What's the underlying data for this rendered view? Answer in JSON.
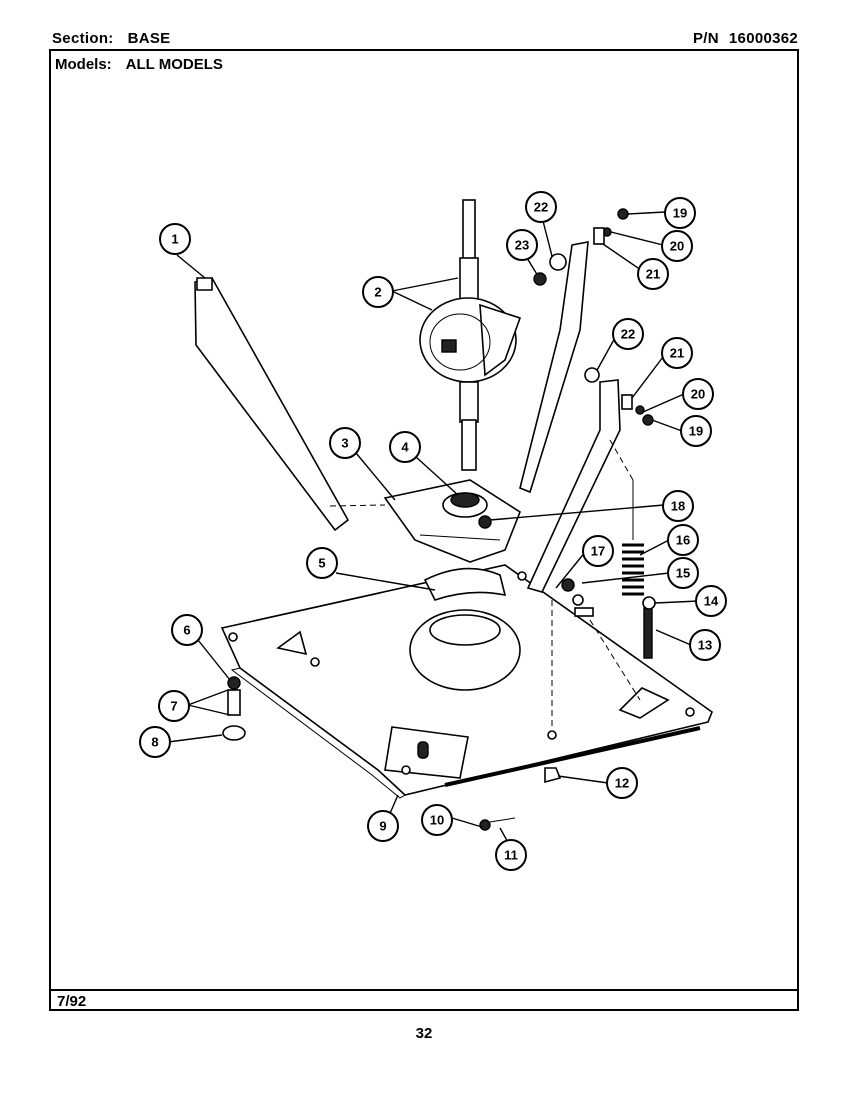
{
  "header": {
    "section_label": "Section:",
    "section_value": "BASE",
    "pn_label": "P/N",
    "pn_value": "16000362"
  },
  "models": {
    "label": "Models:",
    "value": "ALL MODELS"
  },
  "footer": {
    "date": "7/92",
    "page_number": "32"
  },
  "callouts": [
    "1",
    "2",
    "3",
    "4",
    "5",
    "6",
    "7",
    "8",
    "9",
    "10",
    "11",
    "12",
    "13",
    "14",
    "15",
    "16",
    "17",
    "18",
    "19",
    "20",
    "21",
    "22",
    "23",
    "22",
    "21",
    "20",
    "19",
    "18"
  ]
}
